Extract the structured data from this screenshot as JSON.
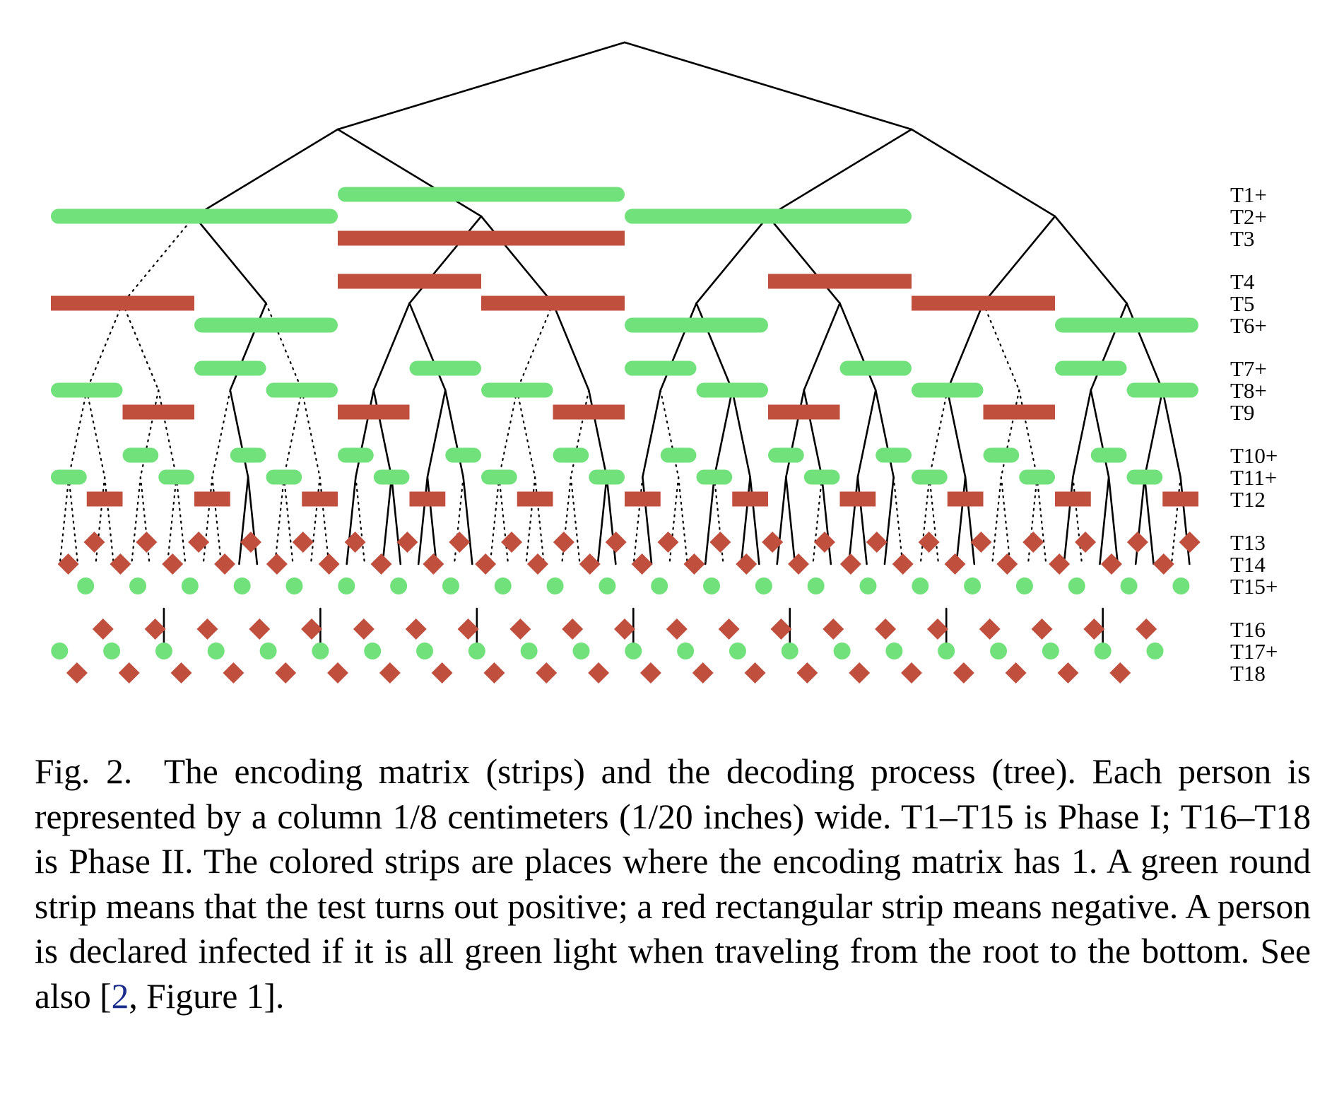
{
  "figure": {
    "row_labels": [
      "T1+",
      "T2+",
      "T3",
      "T4",
      "T5",
      "T6+",
      "T7+",
      "T8+",
      "T9",
      "T10+",
      "T11+",
      "T12",
      "T13",
      "T14",
      "T15+",
      "T16",
      "T17+",
      "T18"
    ],
    "legend": {
      "positive": "green round strip",
      "negative": "red rectangular strip"
    },
    "colors": {
      "positive": "#71e27b",
      "negative": "#c04f3e",
      "tree": "#000000"
    },
    "strips": {
      "T1+": {
        "sign": "+",
        "cols": [
          [
            64,
            127
          ]
        ]
      },
      "T2+": {
        "sign": "+",
        "cols": [
          [
            0,
            63
          ],
          [
            128,
            191
          ]
        ]
      },
      "T3": {
        "sign": "-",
        "cols": [
          [
            64,
            127
          ]
        ]
      },
      "T4": {
        "sign": "-",
        "cols": [
          [
            64,
            95
          ],
          [
            160,
            191
          ]
        ]
      },
      "T5": {
        "sign": "-",
        "cols": [
          [
            0,
            31
          ],
          [
            96,
            127
          ],
          [
            192,
            223
          ]
        ]
      },
      "T6+": {
        "sign": "+",
        "cols": [
          [
            32,
            63
          ],
          [
            128,
            159
          ],
          [
            224,
            255
          ]
        ]
      },
      "T7+": {
        "sign": "+",
        "cols": [
          [
            32,
            47
          ],
          [
            80,
            95
          ],
          [
            128,
            143
          ],
          [
            176,
            191
          ],
          [
            224,
            239
          ]
        ]
      },
      "T8+": {
        "sign": "+",
        "cols": [
          [
            0,
            15
          ],
          [
            48,
            63
          ],
          [
            96,
            111
          ],
          [
            144,
            159
          ],
          [
            192,
            207
          ],
          [
            240,
            255
          ]
        ]
      },
      "T9": {
        "sign": "-",
        "cols": [
          [
            16,
            31
          ],
          [
            64,
            79
          ],
          [
            112,
            127
          ],
          [
            160,
            175
          ],
          [
            208,
            223
          ]
        ]
      },
      "T10+": {
        "sign": "+",
        "cols": [
          [
            16,
            23
          ],
          [
            40,
            47
          ],
          [
            64,
            71
          ],
          [
            88,
            95
          ],
          [
            112,
            119
          ],
          [
            136,
            143
          ],
          [
            160,
            167
          ],
          [
            184,
            191
          ],
          [
            208,
            215
          ],
          [
            232,
            239
          ]
        ]
      },
      "T11+": {
        "sign": "+",
        "cols": [
          [
            0,
            7
          ],
          [
            24,
            31
          ],
          [
            48,
            55
          ],
          [
            72,
            79
          ],
          [
            96,
            103
          ],
          [
            120,
            127
          ],
          [
            144,
            151
          ],
          [
            168,
            175
          ],
          [
            192,
            199
          ],
          [
            216,
            223
          ],
          [
            240,
            247
          ]
        ]
      },
      "T12": {
        "sign": "-",
        "cols": [
          [
            8,
            15
          ],
          [
            32,
            39
          ],
          [
            56,
            63
          ],
          [
            80,
            87
          ],
          [
            104,
            111
          ],
          [
            128,
            135
          ],
          [
            152,
            159
          ],
          [
            176,
            183
          ],
          [
            200,
            207
          ],
          [
            224,
            231
          ],
          [
            248,
            255
          ]
        ]
      }
    },
    "diamond_rows": {
      "T13": [
        20,
        44,
        68,
        92,
        116,
        140,
        164,
        188,
        212,
        236,
        260,
        284,
        308,
        332,
        356,
        380,
        404,
        428,
        452,
        476,
        500,
        524
      ],
      "T14": [
        8,
        32,
        56,
        80,
        104,
        128,
        152,
        176,
        200,
        224,
        248,
        272,
        296,
        320,
        344,
        368,
        392,
        416,
        440,
        464,
        488,
        512
      ],
      "T16": [
        24,
        48,
        72,
        96,
        120,
        144,
        168,
        192,
        216,
        240,
        264,
        288,
        312,
        336,
        360,
        384,
        408,
        432,
        456,
        480,
        504
      ],
      "T18": [
        12,
        36,
        60,
        84,
        108,
        132,
        156,
        180,
        204,
        228,
        252,
        276,
        300,
        324,
        348,
        372,
        396,
        420,
        444,
        468,
        492
      ]
    },
    "dot_rows": {
      "T15+": [
        16,
        40,
        64,
        88,
        112,
        136,
        160,
        184,
        208,
        232,
        256,
        280,
        304,
        328,
        352,
        376,
        400,
        424,
        448,
        472,
        496,
        520
      ],
      "T17+": [
        4,
        28,
        52,
        76,
        100,
        124,
        148,
        172,
        196,
        220,
        244,
        268,
        292,
        316,
        340,
        364,
        388,
        412,
        436,
        460,
        484,
        508
      ]
    }
  },
  "caption": {
    "label": "Fig. 2.",
    "text_before_cite": "The encoding matrix (strips) and the decoding process (tree). Each person is represented by a column 1/8 centimeters (1/20 inches) wide. T1–T15 is Phase I; T16–T18 is Phase II. The colored strips are places where the encoding matrix has 1. A green round strip means that the test turns out positive; a red rectangular strip means negative. A person is declared infected if it is all green light when traveling from the root to the bottom. See also [",
    "cite": "2",
    "text_after_cite": ", Figure 1]."
  }
}
